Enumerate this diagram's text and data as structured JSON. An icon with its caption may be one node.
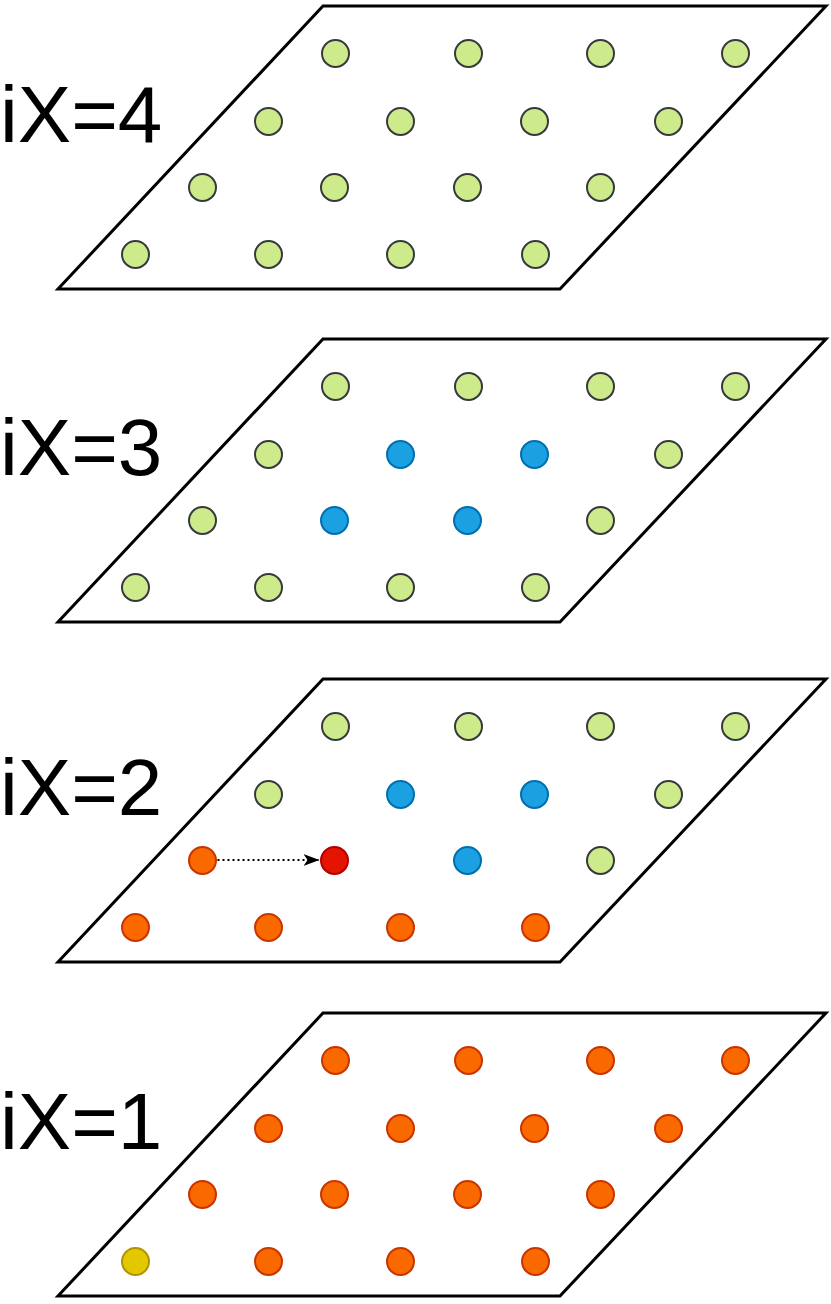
{
  "diagram": {
    "nodes": [
      {
        "text": [
          "iX=4"
        ]
      },
      {
        "text": [],
        "shape": "circle",
        "in": 0
      },
      {
        "text": [],
        "shape": "circle",
        "in": 0
      },
      {
        "text": [],
        "shape": "circle",
        "in": 0
      },
      {
        "text": [],
        "shape": "circle",
        "in": 0
      },
      {
        "text": [],
        "shape": "circle",
        "in": 0
      },
      {
        "text": [],
        "shape": "circle",
        "in": 0
      },
      {
        "text": [],
        "shape": "circle",
        "in": 0
      },
      {
        "text": [],
        "shape": "circle",
        "in": 0
      },
      {
        "text": [],
        "shape": "circle",
        "in": 0
      },
      {
        "text": [],
        "shape": "circle",
        "in": 0
      },
      {
        "text": [],
        "shape": "circle",
        "in": 0
      },
      {
        "text": [],
        "shape": "circle",
        "in": 0
      },
      {
        "text": [],
        "shape": "circle",
        "in": 0
      },
      {
        "text": [],
        "shape": "circle",
        "in": 0
      },
      {
        "text": [],
        "shape": "circle",
        "in": 0
      },
      {
        "text": [],
        "shape": "circle",
        "in": 0
      },
      {
        "text": [
          "iX=3"
        ]
      },
      {
        "text": [],
        "shape": "circle",
        "in": 17
      },
      {
        "text": [],
        "shape": "circle",
        "in": 17
      },
      {
        "text": [],
        "shape": "circle",
        "in": 17
      },
      {
        "text": [],
        "shape": "circle",
        "in": 17
      },
      {
        "text": [],
        "shape": "circle",
        "in": 17
      },
      {
        "text": [],
        "shape": "circle",
        "in": 17
      },
      {
        "text": [],
        "shape": "circle",
        "in": 17
      },
      {
        "text": [],
        "shape": "circle",
        "in": 17
      },
      {
        "text": [],
        "shape": "circle",
        "in": 17
      },
      {
        "text": [],
        "shape": "circle",
        "in": 17
      },
      {
        "text": [],
        "shape": "circle",
        "in": 17
      },
      {
        "text": [],
        "shape": "circle",
        "in": 17
      },
      {
        "text": [],
        "shape": "circle",
        "in": 17
      },
      {
        "text": [],
        "shape": "circle",
        "in": 17
      },
      {
        "text": [],
        "shape": "circle",
        "in": 17
      },
      {
        "text": [],
        "shape": "circle",
        "in": 17
      },
      {
        "text": [
          "iX=2"
        ]
      },
      {
        "text": [],
        "shape": "circle",
        "in": 34
      },
      {
        "text": [],
        "shape": "circle",
        "in": 34
      },
      {
        "text": [],
        "shape": "circle",
        "in": 34
      },
      {
        "text": [],
        "shape": "circle",
        "in": 34
      },
      {
        "text": [],
        "shape": "circle",
        "in": 34
      },
      {
        "text": [],
        "shape": "circle",
        "in": 34
      },
      {
        "text": [],
        "shape": "circle",
        "in": 34
      },
      {
        "text": [],
        "shape": "circle",
        "in": 34
      },
      {
        "text": [],
        "shape": "circle",
        "in": 34
      },
      {
        "text": [],
        "shape": "circle",
        "in": 34
      },
      {
        "text": [],
        "shape": "circle",
        "in": 34
      },
      {
        "text": [],
        "shape": "circle",
        "in": 34
      },
      {
        "text": [],
        "shape": "circle",
        "in": 34
      },
      {
        "text": [],
        "shape": "circle",
        "in": 34
      },
      {
        "text": [],
        "shape": "circle",
        "in": 34
      },
      {
        "text": [],
        "shape": "circle",
        "in": 34
      },
      {
        "text": [
          "iX=1"
        ]
      },
      {
        "text": [],
        "shape": "circle",
        "in": 51
      },
      {
        "text": [],
        "shape": "circle",
        "in": 51
      },
      {
        "text": [],
        "shape": "circle",
        "in": 51
      },
      {
        "text": [],
        "shape": "circle",
        "in": 51
      },
      {
        "text": [],
        "shape": "circle",
        "in": 51
      },
      {
        "text": [],
        "shape": "circle",
        "in": 51
      },
      {
        "text": [],
        "shape": "circle",
        "in": 51
      },
      {
        "text": [],
        "shape": "circle",
        "in": 51
      },
      {
        "text": [],
        "shape": "circle",
        "in": 51
      },
      {
        "text": [],
        "shape": "circle",
        "in": 51
      },
      {
        "text": [],
        "shape": "circle",
        "in": 51
      },
      {
        "text": [],
        "shape": "circle",
        "in": 51
      },
      {
        "text": [],
        "shape": "circle",
        "in": 51
      },
      {
        "text": [],
        "shape": "circle",
        "in": 51
      },
      {
        "text": [],
        "shape": "circle",
        "in": 51
      },
      {
        "text": [],
        "shape": "circle",
        "in": 51
      }
    ],
    "edges": [
      {
        "from": 43,
        "to": 44,
        "arrow": "to",
        "style": "dashed"
      }
    ]
  }
}
